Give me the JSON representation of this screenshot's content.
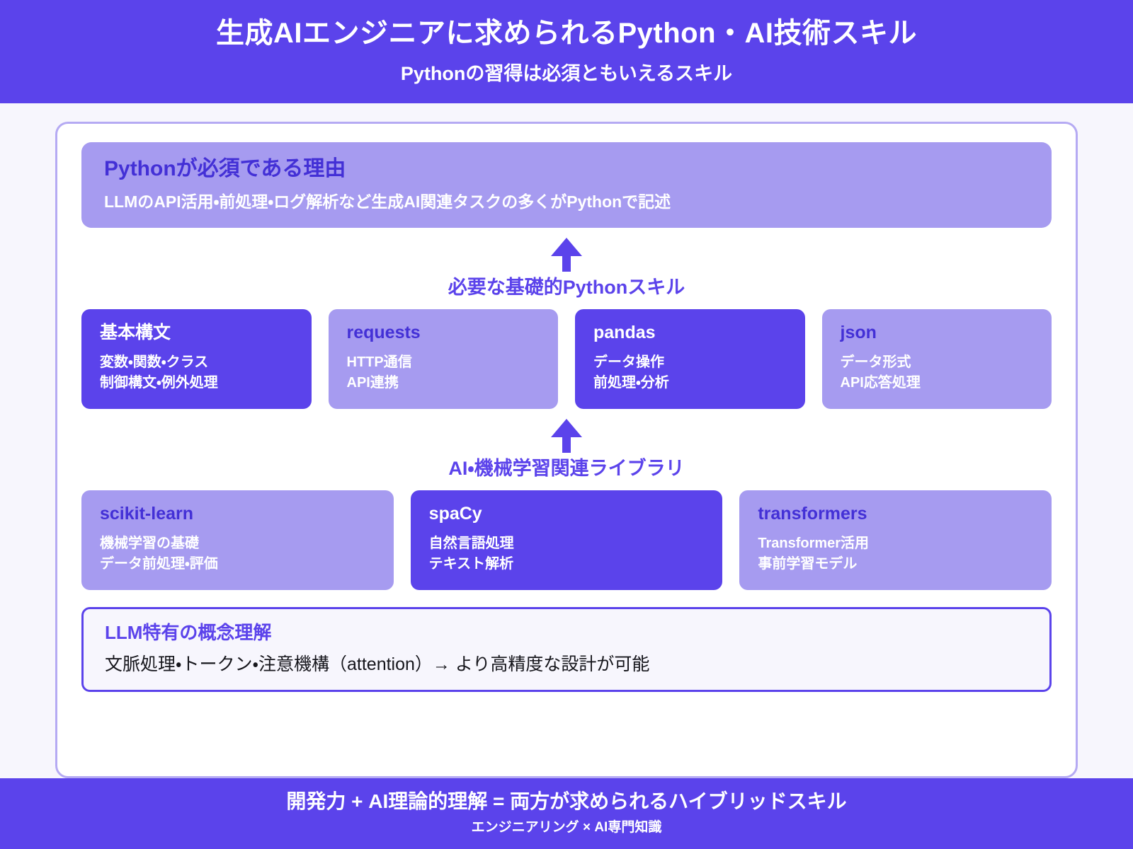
{
  "header": {
    "title": "生成AIエンジニアに求められるPython・AI技術スキル",
    "subtitle": "Pythonの習得は必須ともいえるスキル"
  },
  "reason": {
    "title": "Pythonが必須である理由",
    "description": "LLMのAPI活用・前処理・ログ解析など生成AI関連タスクの多くがPythonで記述"
  },
  "arrow1": {
    "icon": "arrow-up-icon",
    "label": "必要な基礎的Pythonスキル"
  },
  "python_skills": [
    {
      "name": "基本構文",
      "line1": "変数・関数・クラス",
      "line2": "制御構文・例外処理",
      "emphasis": "dark"
    },
    {
      "name": "requests",
      "line1": "HTTP通信",
      "line2": "API連携",
      "emphasis": "light"
    },
    {
      "name": "pandas",
      "line1": "データ操作",
      "line2": "前処理・分析",
      "emphasis": "dark"
    },
    {
      "name": "json",
      "line1": "データ形式",
      "line2": "API応答処理",
      "emphasis": "light"
    }
  ],
  "arrow2": {
    "icon": "arrow-up-icon",
    "label": "AI・機械学習関連ライブラリ"
  },
  "ai_libraries": [
    {
      "name": "scikit-learn",
      "line1": "機械学習の基礎",
      "line2": "データ前処理・評価",
      "emphasis": "light"
    },
    {
      "name": "spaCy",
      "line1": "自然言語処理",
      "line2": "テキスト解析",
      "emphasis": "dark"
    },
    {
      "name": "transformers",
      "line1": "Transformer活用",
      "line2": "事前学習モデル",
      "emphasis": "light"
    }
  ],
  "llm_concepts": {
    "title": "LLM特有の概念理解",
    "description": "文脈処理・トークン・注意機構（attention）→ より高精度な設計が可能"
  },
  "footer": {
    "main": "開発力 + AI理論的理解 = 両方が求められるハイブリッドスキル",
    "sub": "エンジニアリング × AI専門知識"
  },
  "colors": {
    "primary": "#5B43EB",
    "primary_light": "#A69BF0",
    "title_on_light": "#4330D6",
    "page_background": "#F7F6FD",
    "card_background": "#FFFFFF",
    "outer_border": "#B5AAF3",
    "text_dark": "#16161C",
    "text_white": "#FFFFFF"
  }
}
